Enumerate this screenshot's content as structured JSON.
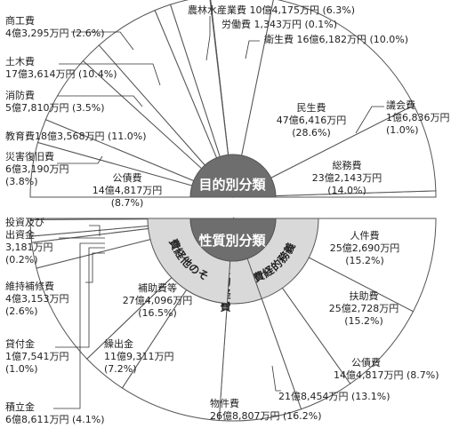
{
  "colors": {
    "fill": "#ffffff",
    "stroke": "#555555",
    "center_badge": "#6e6e6e",
    "inner_band": "#d9d9d9",
    "band_text": "#222222",
    "badge_text": "#ffffff"
  },
  "chart_data": [
    {
      "type": "pie",
      "layout": "half-pie (upper semicircle)",
      "title": "目的別分類",
      "slices": [
        {
          "label": "議会費",
          "amount": "1億6,836万円",
          "percent": 1.0
        },
        {
          "label": "総務費",
          "amount": "23億2,143万円",
          "percent": 14.0
        },
        {
          "label": "民生費",
          "amount": "47億6,416万円",
          "percent": 28.6
        },
        {
          "label": "衛生費",
          "amount": "16億6,182万円",
          "percent": 10.0
        },
        {
          "label": "労働費",
          "amount": "1,343万円",
          "percent": 0.1
        },
        {
          "label": "農林水産業費",
          "amount": "10億4,175万円",
          "percent": 6.3
        },
        {
          "label": "商工費",
          "amount": "4億3,295万円",
          "percent": 2.6
        },
        {
          "label": "土木費",
          "amount": "17億3,614万円",
          "percent": 10.4
        },
        {
          "label": "消防費",
          "amount": "5億7,810万円",
          "percent": 3.5
        },
        {
          "label": "教育費",
          "amount": "18億3,568万円",
          "percent": 11.0
        },
        {
          "label": "災害復旧費",
          "amount": "6億3,190万円",
          "percent": 3.8
        },
        {
          "label": "公債費",
          "amount": "14億4,817万円",
          "percent": 8.7
        }
      ]
    },
    {
      "type": "pie",
      "layout": "half-pie (lower semicircle)",
      "title": "性質別分類",
      "groups": [
        {
          "label": "義務的経費",
          "from": 0,
          "to": 3
        },
        {
          "label": "投資的経費",
          "from": 3,
          "to": 4
        },
        {
          "label": "その他経費",
          "from": 4,
          "to": 10
        }
      ],
      "group_total_label": "21億8,454万円",
      "slices": [
        {
          "label": "人件費",
          "amount": "25億2,690万円",
          "percent": 15.2
        },
        {
          "label": "扶助費",
          "amount": "25億2,728万円",
          "percent": 15.2
        },
        {
          "label": "公債費",
          "amount": "14億4,817万円",
          "percent": 8.7
        },
        {
          "label": "",
          "amount": "21億8,454万円",
          "percent": 13.1
        },
        {
          "label": "物件費",
          "amount": "26億8,807万円",
          "percent": 16.2
        },
        {
          "label": "繰出金",
          "amount": "11億9,311万円",
          "percent": 7.2
        },
        {
          "label": "補助費等",
          "amount": "27億4,096万円",
          "percent": 16.5
        },
        {
          "label": "積立金",
          "amount": "6億8,611万円",
          "percent": 4.1
        },
        {
          "label": "貸付金",
          "amount": "1億7,541万円",
          "percent": 1.0
        },
        {
          "label": "維持補修費",
          "amount": "4億3,153万円",
          "percent": 2.6
        },
        {
          "label": "投資及び出資金",
          "amount": "3,181万円",
          "percent": 0.2
        }
      ]
    }
  ],
  "labels": {
    "top": [
      {
        "line1": "議会費",
        "line2": "1億6,836万円",
        "line3": "(1.0%)"
      },
      {
        "line1": "総務費",
        "line2": "23億2,143万円",
        "line3": "(14.0%)"
      },
      {
        "line1": "民生費",
        "line2": "47億6,416万円",
        "line3": "(28.6%)"
      },
      {
        "line1": "衛生費 16億6,182万円 (10.0%)"
      },
      {
        "line1": "労働費 1,343万円 (0.1%)"
      },
      {
        "line1": "農林水産業費 10億4,175万円 (6.3%)"
      },
      {
        "line1": "商工費",
        "line2": "4億3,295万円 (2.6%)"
      },
      {
        "line1": "土木費",
        "line2": "17億3,614万円 (10.4%)"
      },
      {
        "line1": "消防費",
        "line2": "5億7,810万円 (3.5%)"
      },
      {
        "line1": "教育費18億3,568万円 (11.0%)"
      },
      {
        "line1": "災害復旧費",
        "line2": "6億3,190万円",
        "line3": "(3.8%)"
      },
      {
        "line1": "公債費",
        "line2": "14億4,817万円",
        "line3": "(8.7%)"
      }
    ],
    "bottom": [
      {
        "line1": "人件費",
        "line2": "25億2,690万円",
        "line3": "(15.2%)"
      },
      {
        "line1": "扶助費",
        "line2": "25億2,728万円",
        "line3": "(15.2%)"
      },
      {
        "line1": "公債費",
        "line2": "14億4,817万円 (8.7%)"
      },
      {
        "line1": "21億8,454万円 (13.1%)"
      },
      {
        "line1": "物件費",
        "line2": "26億8,807万円 (16.2%)"
      },
      {
        "line1": "繰出金",
        "line2": "11億9,311万円",
        "line3": "(7.2%)"
      },
      {
        "line1": "補助費等",
        "line2": "27億4,096万円",
        "line3": "(16.5%)"
      },
      {
        "line1": "積立金",
        "line2": "6億8,611万円 (4.1%)"
      },
      {
        "line1": "貸付金",
        "line2": "1億7,541万円",
        "line3": "(1.0%)"
      },
      {
        "line1": "維持補修費",
        "line2": "4億3,153万円",
        "line3": "(2.6%)"
      },
      {
        "line1": "投資及び",
        "line2": "出資金",
        "line3": "3,181万円",
        "line4": "(0.2%)"
      }
    ]
  },
  "band_labels": {
    "gimu": "義務的経費",
    "toushi": "投資的経費",
    "sonota": "その他経費"
  }
}
